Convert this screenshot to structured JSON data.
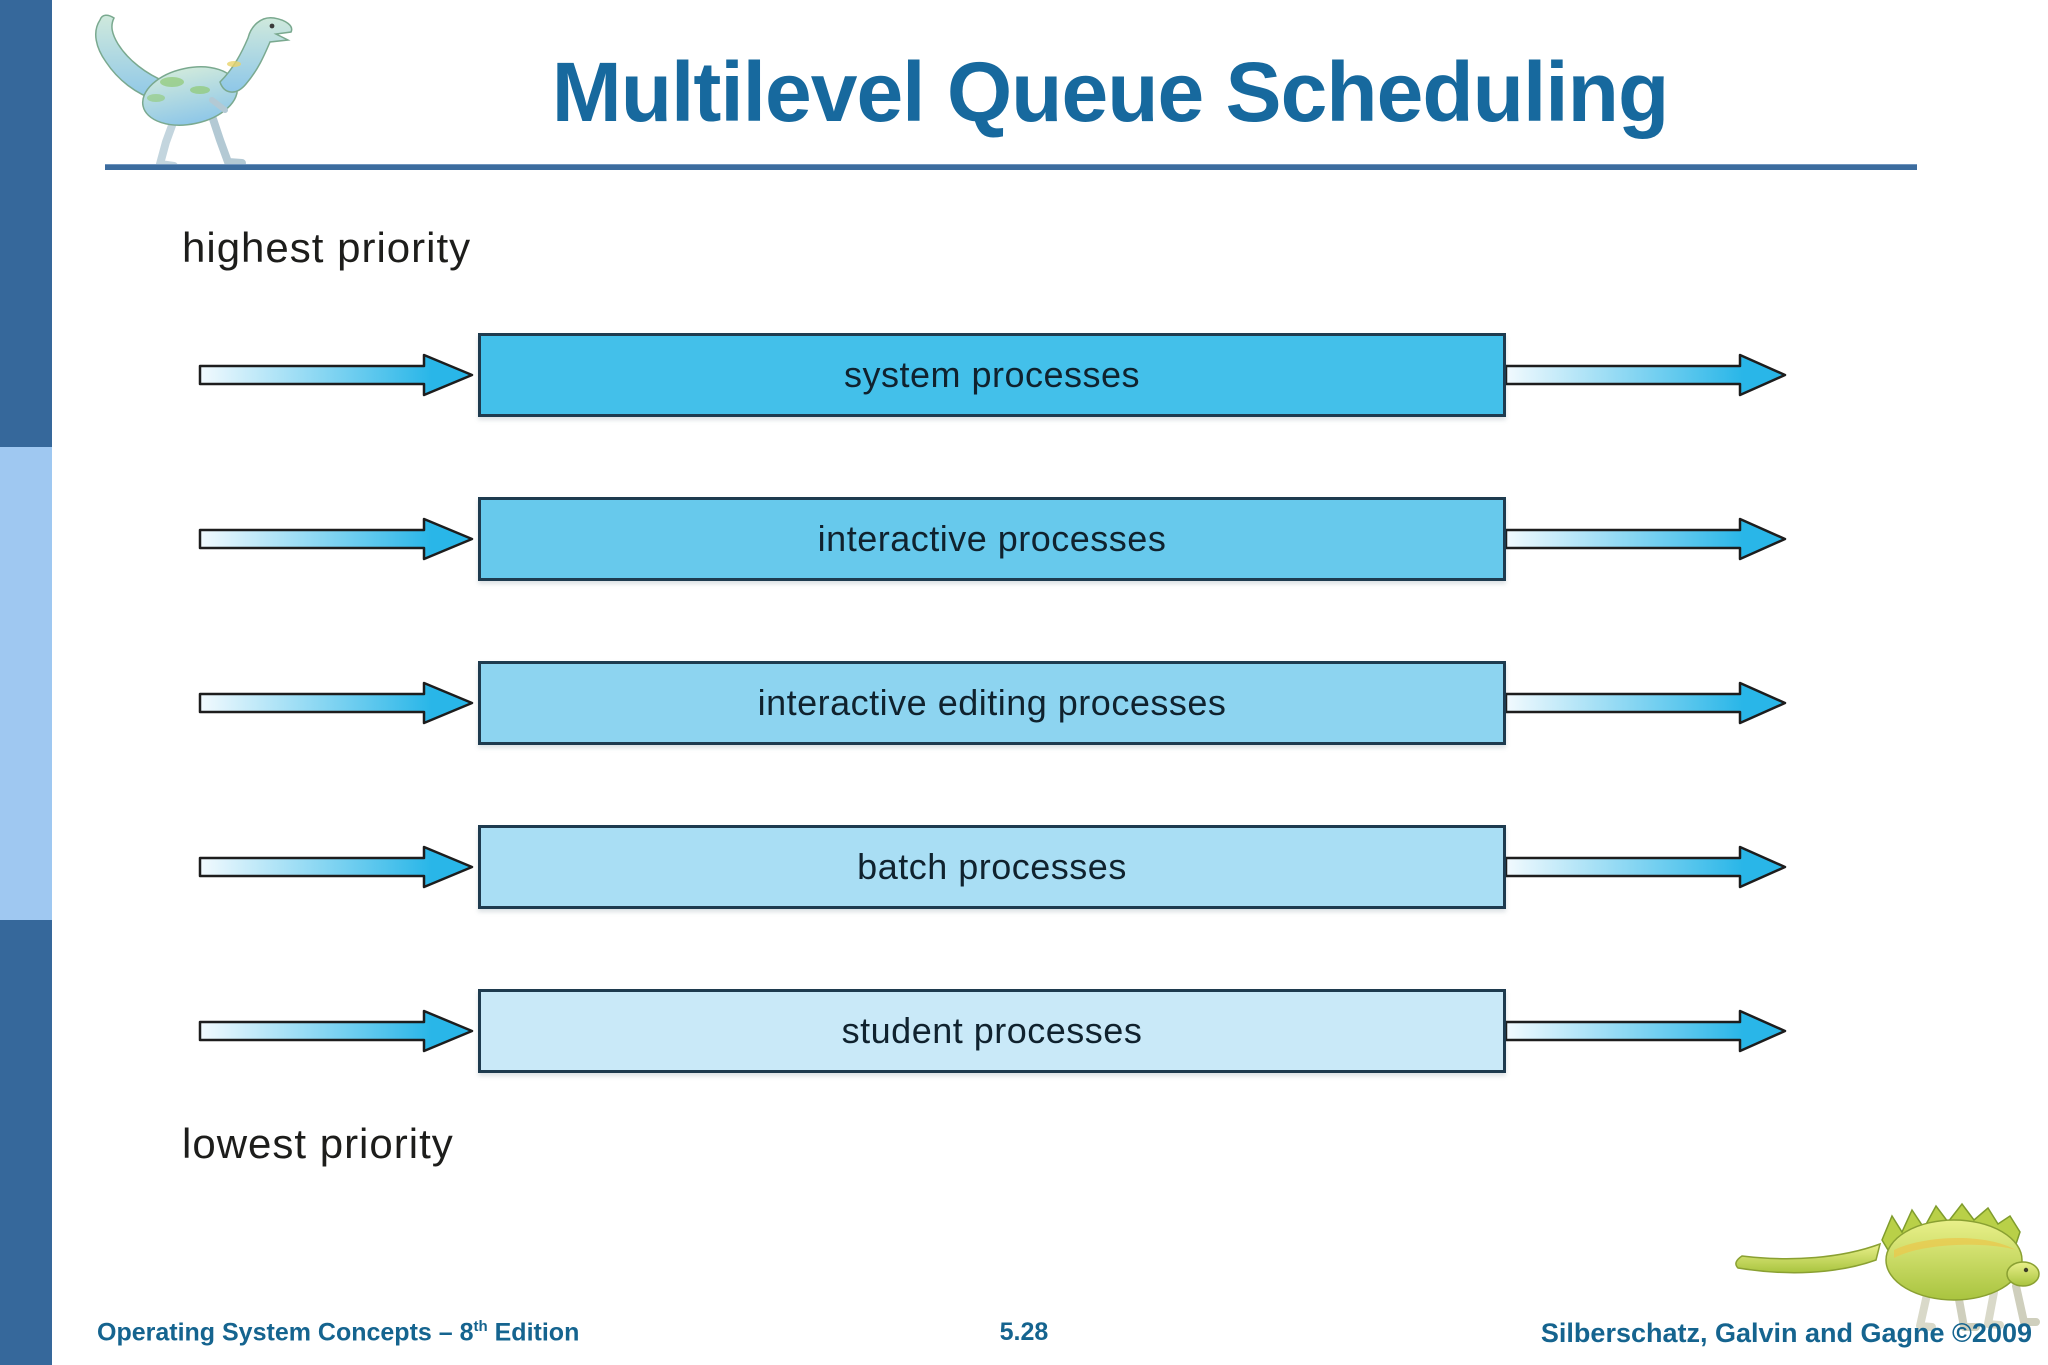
{
  "slide": {
    "title": "Multilevel Queue Scheduling",
    "footer": {
      "left_pre": "Operating System Concepts – 8",
      "left_sup": "th",
      "left_post": " Edition",
      "page_number": "5.28",
      "right": "Silberschatz, Galvin and Gagne ©2009"
    }
  },
  "diagram": {
    "top_label": "highest priority",
    "bottom_label": "lowest priority",
    "queues": [
      {
        "label": "system processes",
        "fill": "#43c0ea"
      },
      {
        "label": "interactive processes",
        "fill": "#67c9ec"
      },
      {
        "label": "interactive editing processes",
        "fill": "#8dd4f0"
      },
      {
        "label": "batch processes",
        "fill": "#a9def4"
      },
      {
        "label": "student processes",
        "fill": "#c9e9f8"
      }
    ]
  },
  "icons": {
    "top_left": "dinosaur-icon",
    "bottom_right": "dinosaur-icon"
  },
  "colors": {
    "heading_blue": "#17699e",
    "footer_blue": "#15648f",
    "sidebar_steel": "#36689b",
    "sidebar_light": "#9fc8f1",
    "rule_blue": "#3c6c9e",
    "box_border": "#1e3b4f",
    "box_text": "#10222e",
    "label_text": "#1d1d1b",
    "arrow_gradient_start": "#f2fafe",
    "arrow_gradient_end": "#29b6e8",
    "arrow_outline": "#1d1d1d"
  }
}
